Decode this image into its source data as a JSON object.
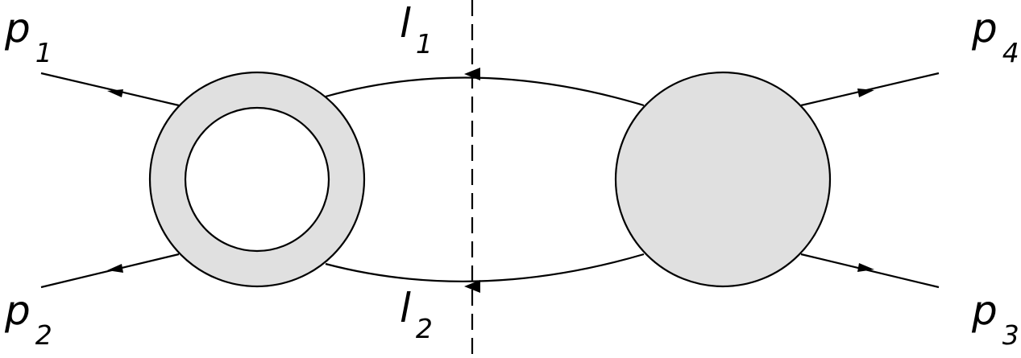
{
  "labels": {
    "p1": {
      "main": "p",
      "sub": "1"
    },
    "p2": {
      "main": "p",
      "sub": "2"
    },
    "p3": {
      "main": "p",
      "sub": "3"
    },
    "p4": {
      "main": "p",
      "sub": "4"
    },
    "l1": {
      "main": "l",
      "sub": "1"
    },
    "l2": {
      "main": "l",
      "sub": "2"
    }
  },
  "colors": {
    "blob_fill": "#e0e0e0",
    "ring_hole": "#ffffff",
    "stroke": "#000000"
  }
}
